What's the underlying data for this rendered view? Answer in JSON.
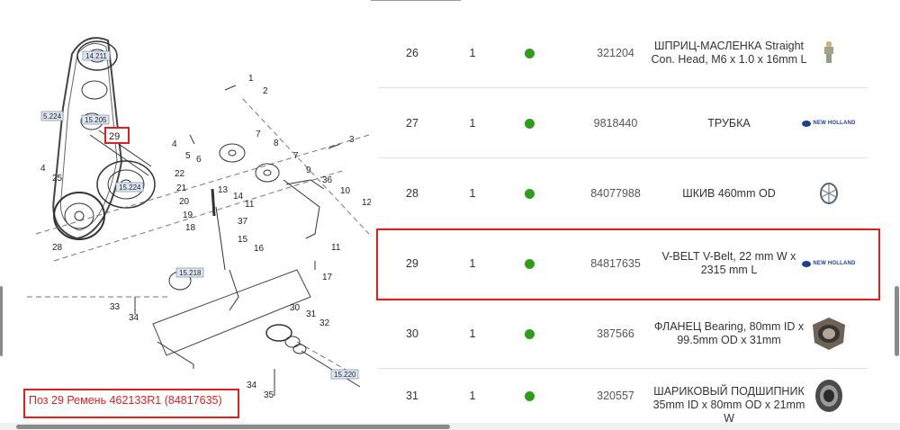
{
  "diagram": {
    "ref_labels": [
      "14.211",
      "5.224",
      "15.205",
      "15.224",
      "15.218",
      "15.220"
    ],
    "callouts": [
      "1",
      "2",
      "3",
      "4",
      "5",
      "6",
      "7",
      "8",
      "7",
      "9",
      "10",
      "12",
      "13",
      "14",
      "11",
      "36",
      "37",
      "15",
      "16",
      "11",
      "17",
      "18",
      "19",
      "20",
      "21",
      "22",
      "25",
      "28",
      "4",
      "29",
      "30",
      "31",
      "32",
      "33",
      "34",
      "34",
      "35"
    ],
    "highlight_callout": "29"
  },
  "caption": "Поз 29 Ремень 462133R1 (84817635)",
  "colors": {
    "highlight": "#e02020",
    "status_ok": "#2e9e1a",
    "brand": "#1d3f8f"
  },
  "parts": [
    {
      "pos": "26",
      "qty": "1",
      "part_no": "321204",
      "desc": "ШПРИЦ-МАСЛЕНКА Straight Con. Head, M6 x 1.0 x 16mm L",
      "image": "grease-fitting-icon"
    },
    {
      "pos": "27",
      "qty": "1",
      "part_no": "9818440",
      "desc": "ТРУБКА",
      "image": "new-holland-logo",
      "logo_text": "NEW HOLLAND"
    },
    {
      "pos": "28",
      "qty": "1",
      "part_no": "84077988",
      "desc": "ШКИВ 460mm OD",
      "image": "pulley-icon"
    },
    {
      "pos": "29",
      "qty": "1",
      "part_no": "84817635",
      "desc": "V-BELT V-Belt, 22 mm W x 2315 mm L",
      "image": "new-holland-logo",
      "logo_text": "NEW HOLLAND"
    },
    {
      "pos": "30",
      "qty": "1",
      "part_no": "387566",
      "desc": "ФЛАНЕЦ Bearing, 80mm ID x 99.5mm OD x 31mm",
      "image": "flange-icon"
    },
    {
      "pos": "31",
      "qty": "1",
      "part_no": "320557",
      "desc": "ШАРИКОВЫЙ ПОДШИПНИК 35mm ID x 80mm OD x 21mm W",
      "image": "bearing-icon"
    }
  ]
}
